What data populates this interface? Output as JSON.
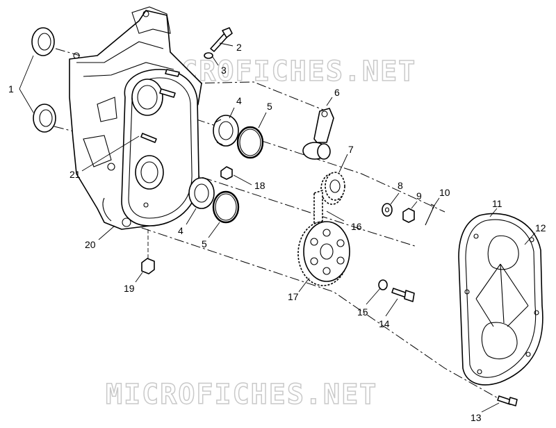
{
  "watermarks": [
    "MICROFICHES.NET",
    "MICROFICHES.NET"
  ],
  "callouts": [
    "1",
    "2",
    "3",
    "4",
    "5",
    "6",
    "7",
    "8",
    "9",
    "10",
    "11",
    "12",
    "13",
    "14",
    "15",
    "16",
    "17",
    "18",
    "19",
    "20",
    "21",
    "4",
    "5"
  ]
}
